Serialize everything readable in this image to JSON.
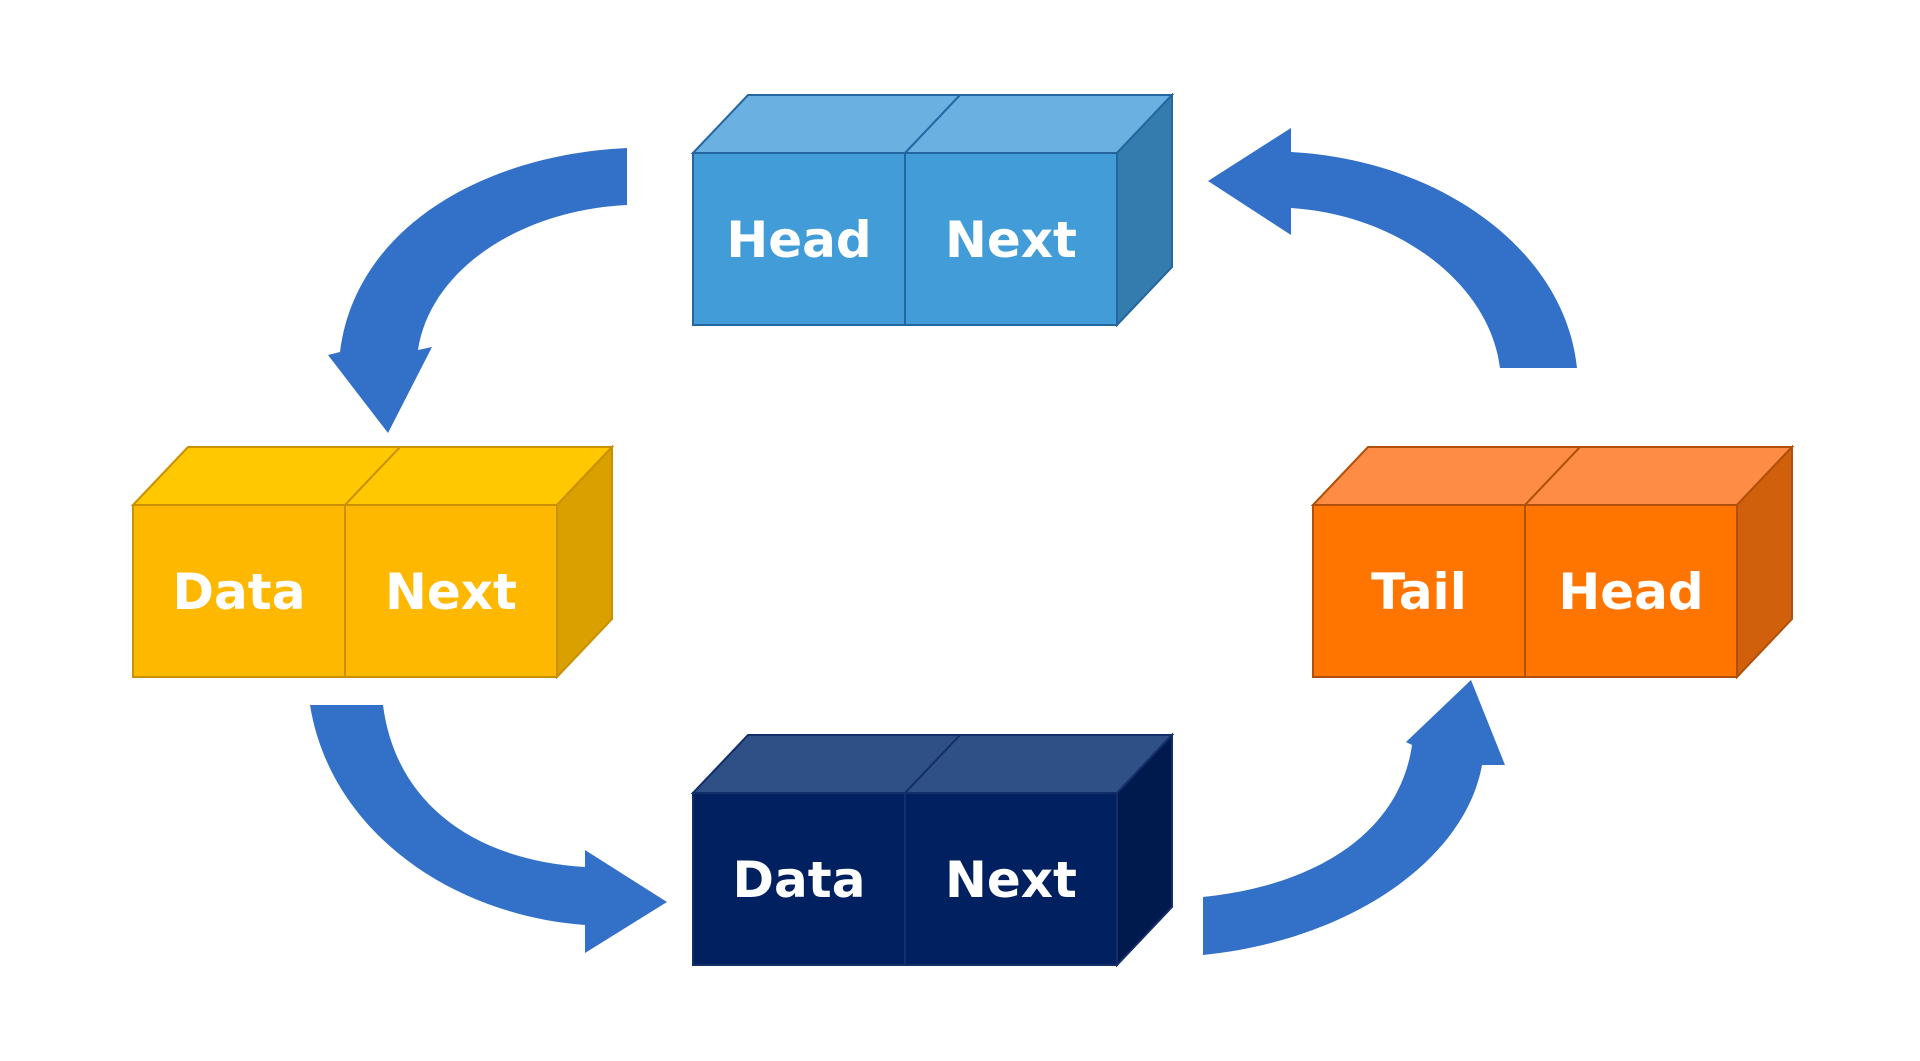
{
  "diagram": {
    "title": "Circular linked list",
    "nodes": [
      {
        "id": "node-head",
        "cells": [
          "Head",
          "Next"
        ],
        "colors": {
          "front": "#419CD8",
          "top": "#6AB0E0",
          "side": "#347CAE",
          "edge": "#2666A0"
        }
      },
      {
        "id": "node-data-1",
        "cells": [
          "Data",
          "Next"
        ],
        "colors": {
          "front": "#FFB800",
          "top": "#FFC800",
          "side": "#D9A000",
          "edge": "#C99000"
        }
      },
      {
        "id": "node-data-2",
        "cells": [
          "Data",
          "Next"
        ],
        "colors": {
          "front": "#002060",
          "top": "#2F5086",
          "side": "#001A4E",
          "edge": "#142E6A"
        }
      },
      {
        "id": "node-tail",
        "cells": [
          "Tail",
          "Head"
        ],
        "colors": {
          "front": "#FF7500",
          "top": "#FF8C45",
          "side": "#D0600C",
          "edge": "#B0500A"
        }
      }
    ],
    "edges": [
      {
        "from": "node-head",
        "to": "node-data-1"
      },
      {
        "from": "node-data-1",
        "to": "node-data-2"
      },
      {
        "from": "node-data-2",
        "to": "node-tail"
      },
      {
        "from": "node-tail",
        "to": "node-head"
      }
    ],
    "arrow_color": "#3371C8"
  }
}
